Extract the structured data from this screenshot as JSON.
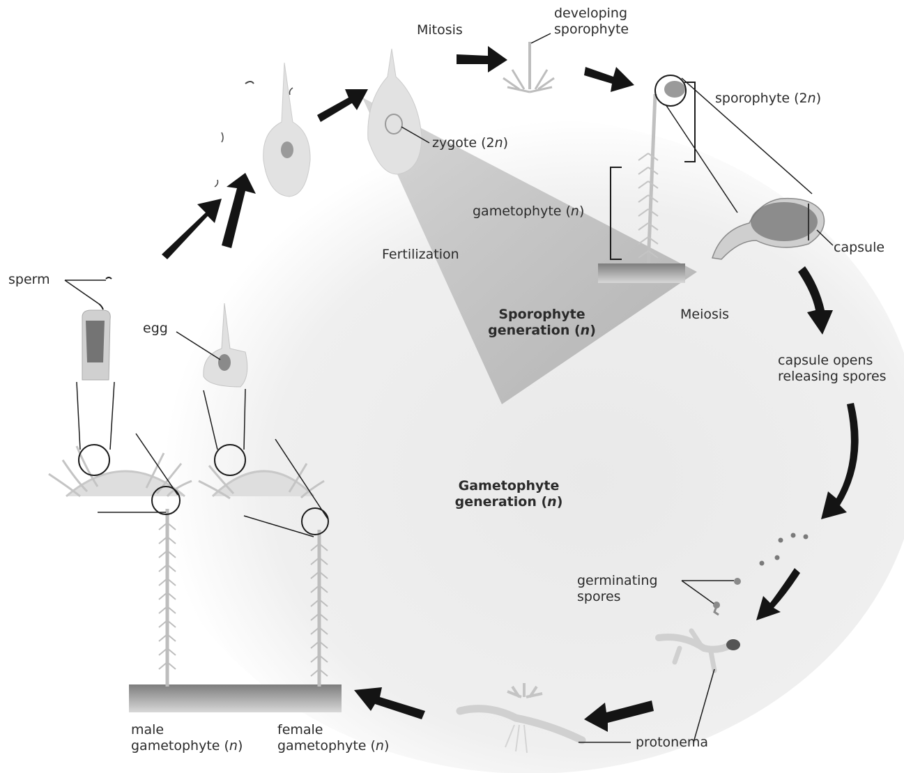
{
  "labels": {
    "mitosis": "Mitosis",
    "developing_sporophyte": [
      "developing",
      "sporophyte"
    ],
    "sporophyte_2n": {
      "text": "sporophyte (2",
      "italic": "n",
      "end": ")"
    },
    "zygote_2n": {
      "text": "zygote (2",
      "italic": "n",
      "end": ")"
    },
    "gametophyte_n": {
      "text": "gametophyte (",
      "italic": "n",
      "end": ")"
    },
    "fertilization": "Fertilization",
    "capsule": "capsule",
    "sperm": "sperm",
    "egg": "egg",
    "meiosis": "Meiosis",
    "sporophyte_generation": {
      "line1": "Sporophyte",
      "line2_text": "generation (",
      "line2_italic": "n",
      "line2_end": ")"
    },
    "capsule_opens": [
      "capsule opens",
      "releasing spores"
    ],
    "gametophyte_generation": {
      "line1": "Gametophyte",
      "line2_text": "generation (",
      "line2_italic": "n",
      "line2_end": ")"
    },
    "germinating_spores": [
      "germinating",
      "spores"
    ],
    "male_gametophyte": {
      "line1": "male",
      "line2_text": "gametophyte (",
      "line2_italic": "n",
      "line2_end": ")"
    },
    "female_gametophyte": {
      "line1": "female",
      "line2_text": "gametophyte (",
      "line2_italic": "n",
      "line2_end": ")"
    },
    "protonema": "protonema"
  },
  "colors": {
    "arrow": "#141414",
    "sporophyte_region": "#b8b8b8",
    "gametophyte_region": "#e6e6e6",
    "plant": "#c8c8c8",
    "soil": "#8a8a8a"
  }
}
